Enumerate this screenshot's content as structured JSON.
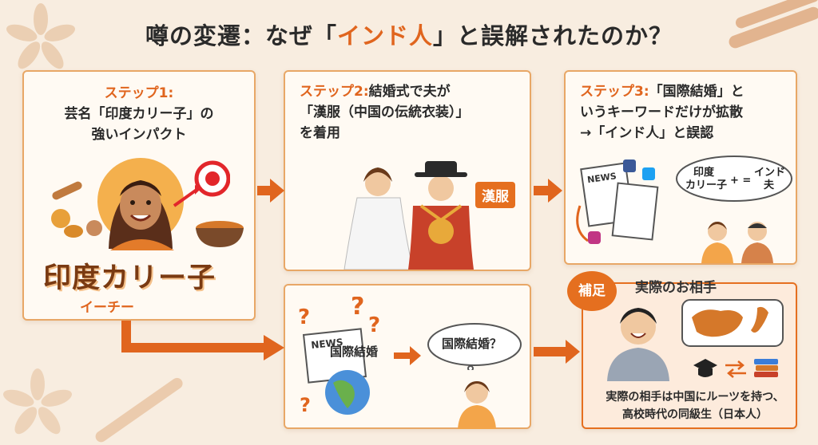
{
  "title": {
    "before": "噂の変遷：なぜ「",
    "highlight": "インド人",
    "after": "」と誤解されたのか？"
  },
  "step1": {
    "label": "ステップ1:",
    "line1": "芸名「印度カリー子」の",
    "line2": "強いインパクト",
    "logo_main": "印度カリー子",
    "logo_sub": "イーチー"
  },
  "step2": {
    "label": "ステップ2:",
    "line1_rest": "結婚式で夫が",
    "line2": "「漢服（中国の伝統衣装）」",
    "line3": "を着用",
    "tag": "漢服"
  },
  "step3": {
    "label": "ステップ3:",
    "line1_rest": "「国際結婚」と",
    "line2": "いうキーワードだけが拡散",
    "line3": "→「インド人」と誤認",
    "news": "NEWS",
    "bubble_left_l1": "印度",
    "bubble_left_l2": "カリー子",
    "bubble_op": "+ =",
    "bubble_right_l1": "インド",
    "bubble_right_l2": "夫"
  },
  "step4": {
    "news": "NEWS",
    "headline": "国際結婚",
    "thought": "国際結婚？"
  },
  "note": {
    "badge": "補足",
    "title": "実際のお相手",
    "caption_l1": "実際の相手は中国にルーツを持つ、",
    "caption_l2": "高校時代の同級生（日本人）"
  },
  "colors": {
    "accent": "#e0651e",
    "border": "#e8a766",
    "card_bg": "#fffaf3",
    "page_bg": "#f8ede0"
  }
}
